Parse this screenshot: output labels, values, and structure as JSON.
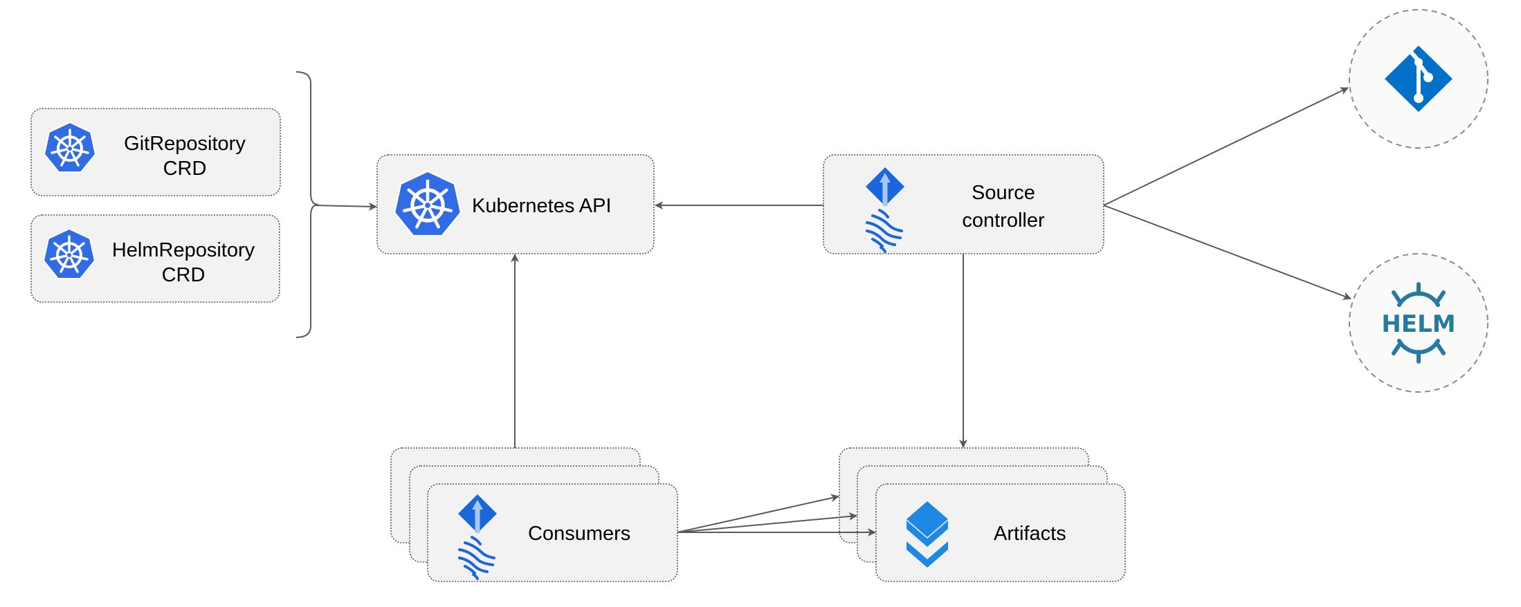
{
  "nodes": {
    "git_crd": {
      "line1": "GitRepository",
      "line2": "CRD",
      "icon": "kubernetes-icon"
    },
    "helm_crd": {
      "line1": "HelmRepository",
      "line2": "CRD",
      "icon": "kubernetes-icon"
    },
    "kube_api": {
      "label": "Kubernetes API",
      "icon": "kubernetes-icon"
    },
    "source_controller": {
      "line1": "Source",
      "line2": "controller",
      "icon": "flux-icon"
    },
    "consumers": {
      "label": "Consumers",
      "icon": "flux-icon"
    },
    "artifacts": {
      "label": "Artifacts",
      "icon": "layers-icon"
    },
    "git": {
      "icon": "git-icon"
    },
    "helm": {
      "icon": "helm-icon",
      "logo_text": "HELM"
    }
  },
  "colors": {
    "kubernetes_blue": "#326ce5",
    "flux_blue": "#1a67dc",
    "git_blue": "#0070c9",
    "helm_teal": "#277a9f",
    "layers_blue": "#1e88e5",
    "box_fill": "#f2f2f2",
    "edge": "#595959"
  }
}
